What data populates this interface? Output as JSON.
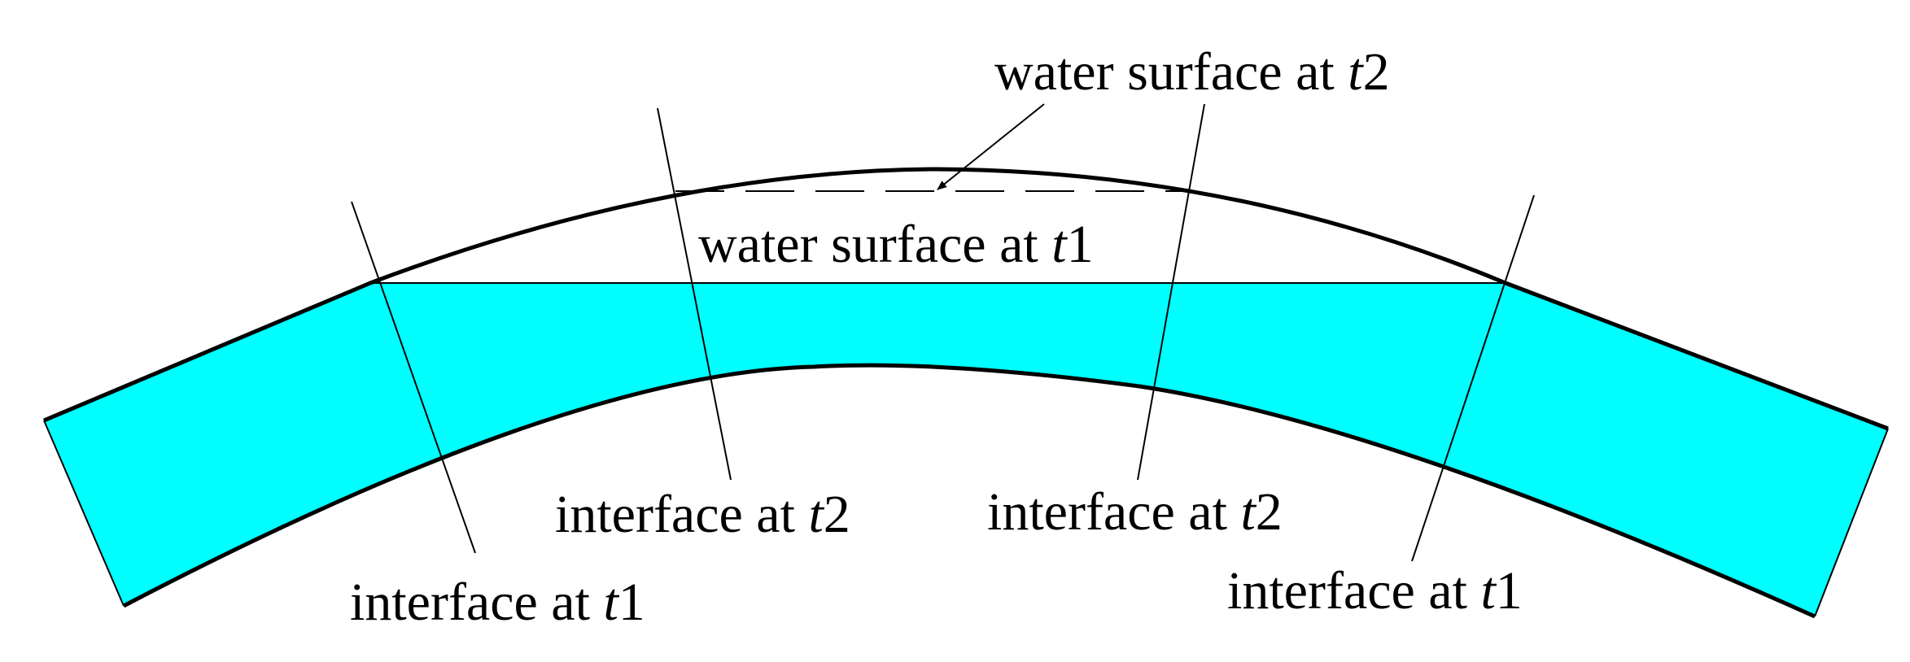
{
  "colors": {
    "water": "#00FFFF",
    "line": "#000000",
    "background": "#FFFFFF"
  },
  "labels": {
    "water_surface_t2": {
      "text": "water surface at ",
      "var": "t",
      "index": "2"
    },
    "water_surface_t1": {
      "text": "water surface at ",
      "var": "t",
      "index": "1"
    },
    "interface_t2_left": {
      "text": "interface at ",
      "var": "t",
      "index": "2"
    },
    "interface_t2_right": {
      "text": "interface at ",
      "var": "t",
      "index": "2"
    },
    "interface_t1_left": {
      "text": "interface at ",
      "var": "t",
      "index": "1"
    },
    "interface_t1_right": {
      "text": "interface at ",
      "var": "t",
      "index": "1"
    }
  }
}
